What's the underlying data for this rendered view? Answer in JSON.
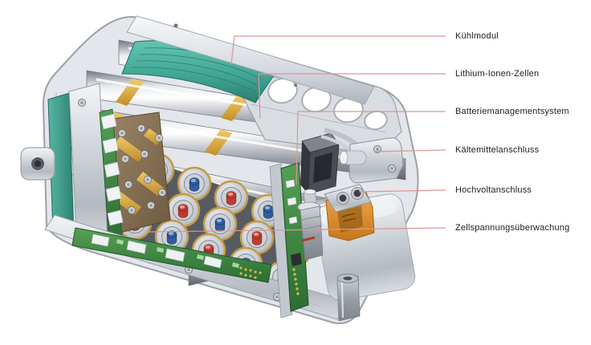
{
  "labels": [
    {
      "id": "kuehlmodul",
      "text": "Kühlmodul"
    },
    {
      "id": "lithium-ionen-zellen",
      "text": "Lithium-Ionen-Zellen"
    },
    {
      "id": "batteriemanagementsystem",
      "text": "Batteriemanagementsystem"
    },
    {
      "id": "kaeltemittelanschluss",
      "text": "Kältemittelanschluss"
    },
    {
      "id": "hochvoltanschluss",
      "text": "Hochvoltanschluss"
    },
    {
      "id": "zellspannungsueberwachung",
      "text": "Zellspannungsüberwachung"
    }
  ],
  "colors": {
    "background": "#ffffff",
    "leader-line": "#dd9595",
    "label-text": "#1c1c1c",
    "housing-silver": "#dde1e6",
    "cooling-teal": "#3fa392",
    "cell-gold": "#dda83d",
    "pcb-green": "#3c8a42",
    "copper-plate": "#8a745a",
    "hv-orange": "#dd8a2b",
    "terminal-red": "#c23a30",
    "terminal-blue": "#2f5d9e"
  }
}
